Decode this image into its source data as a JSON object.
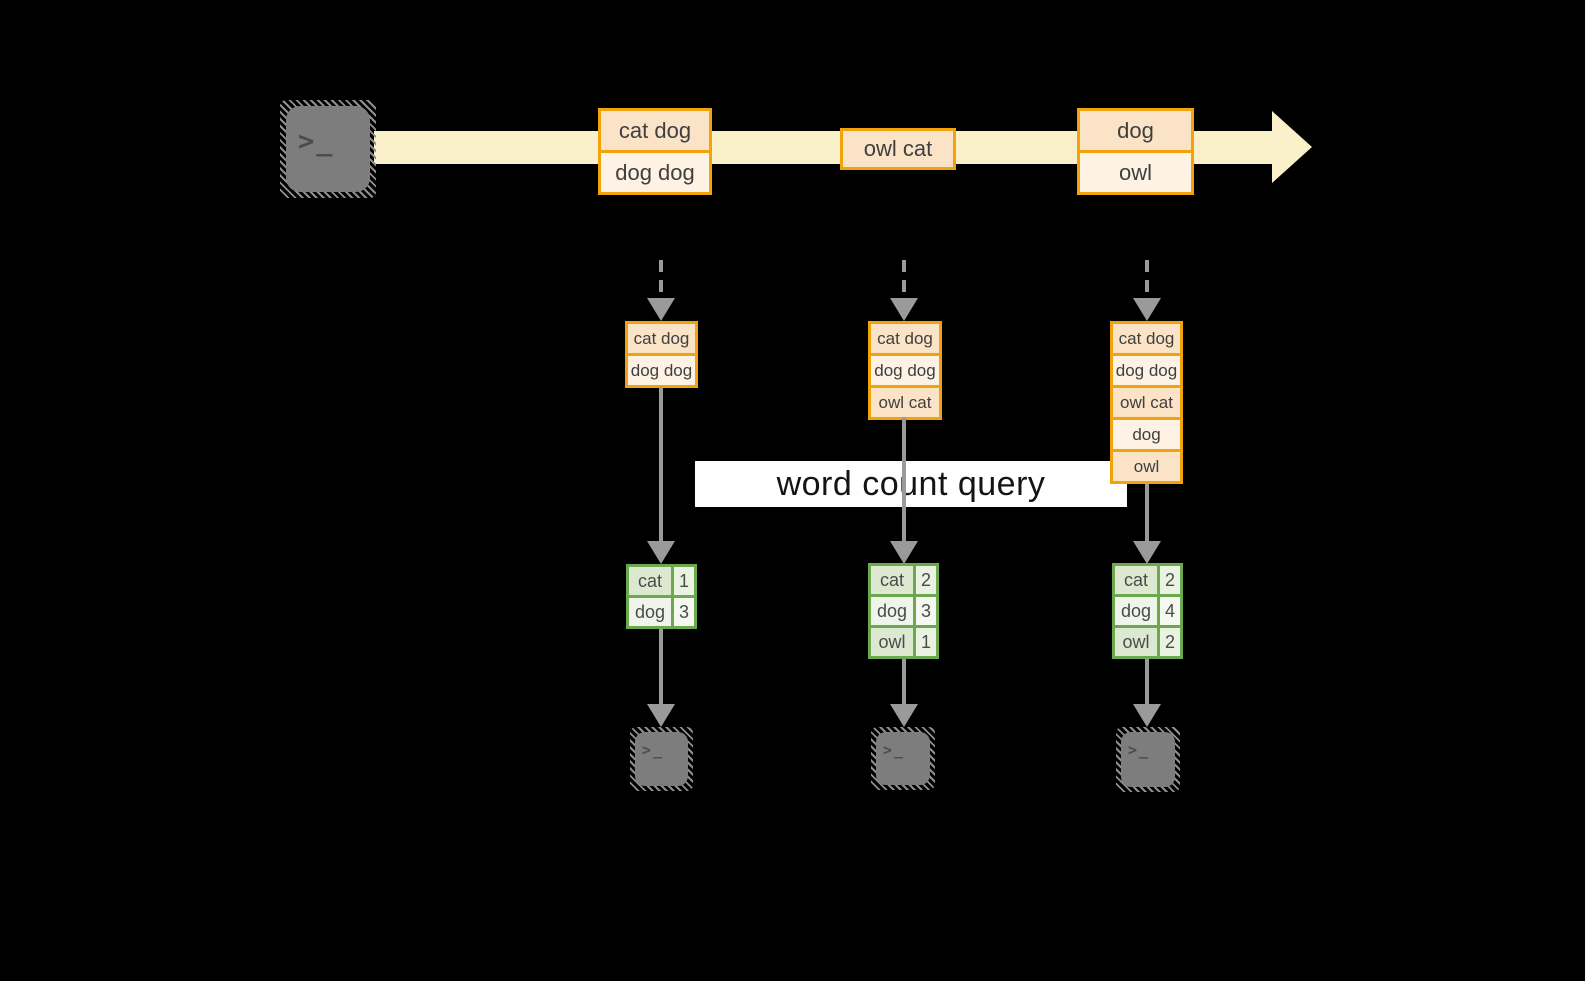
{
  "query_label": "word count query",
  "icons": {
    "terminal_glyph": ">_"
  },
  "timeline": {
    "batches": [
      {
        "cells": [
          "cat dog",
          "dog dog"
        ]
      },
      {
        "cells": [
          "owl cat"
        ]
      },
      {
        "cells": [
          "dog",
          "owl"
        ]
      }
    ]
  },
  "columns": [
    {
      "stack": [
        "cat dog",
        "dog dog"
      ],
      "counts": {
        "rows": [
          {
            "word": "cat",
            "count": "1"
          },
          {
            "word": "dog",
            "count": "3"
          }
        ]
      }
    },
    {
      "stack": [
        "cat dog",
        "dog dog",
        "owl cat"
      ],
      "counts": {
        "rows": [
          {
            "word": "cat",
            "count": "2"
          },
          {
            "word": "dog",
            "count": "3"
          },
          {
            "word": "owl",
            "count": "1"
          }
        ]
      }
    },
    {
      "stack": [
        "cat dog",
        "dog dog",
        "owl cat",
        "dog",
        "owl"
      ],
      "counts": {
        "rows": [
          {
            "word": "cat",
            "count": "2"
          },
          {
            "word": "dog",
            "count": "4"
          },
          {
            "word": "owl",
            "count": "2"
          }
        ]
      }
    }
  ],
  "colors": {
    "background": "#000000",
    "stream_band": "#FAF0CA",
    "batch_border": "#F0A30A",
    "batch_fill_dark": "#FAE3C6",
    "batch_fill_light": "#FDF2E3",
    "table_border": "#6BA84E",
    "table_fill_dark": "#DCE9D0",
    "table_fill_light": "#F0F5EC",
    "arrow_gray": "#9A9A9A",
    "terminal_gray": "#7D7D7D",
    "query_band_bg": "#FFFFFF"
  }
}
